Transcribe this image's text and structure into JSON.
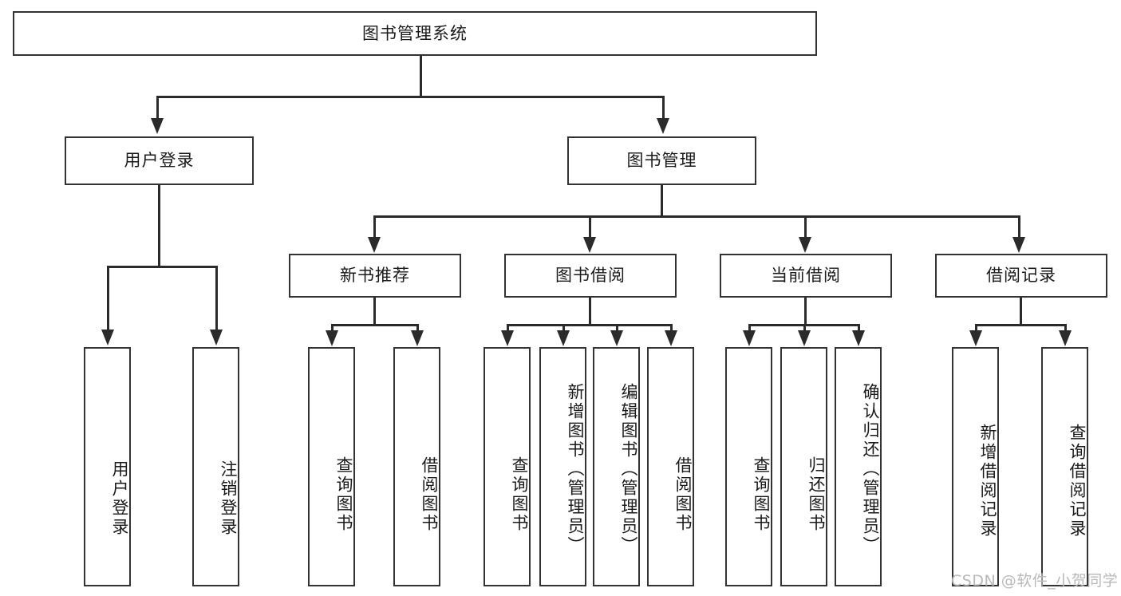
{
  "diagram": {
    "type": "hierarchy-tree",
    "title": "图书管理系统",
    "root": {
      "label": "图书管理系统"
    },
    "level2": [
      {
        "label": "用户登录"
      },
      {
        "label": "图书管理"
      }
    ],
    "level3": [
      {
        "label": "新书推荐"
      },
      {
        "label": "图书借阅"
      },
      {
        "label": "当前借阅"
      },
      {
        "label": "借阅记录"
      }
    ],
    "leaves": {
      "user_login": [
        {
          "label": "用户登录"
        },
        {
          "label": "注销登录"
        }
      ],
      "new_book_recommend": [
        {
          "label": "查询图书"
        },
        {
          "label": "借阅图书"
        }
      ],
      "book_borrow": [
        {
          "label": "查询图书"
        },
        {
          "label": "新增图书（管理员）"
        },
        {
          "label": "编辑图书（管理员）"
        },
        {
          "label": "借阅图书"
        }
      ],
      "current_borrow": [
        {
          "label": "查询图书"
        },
        {
          "label": "归还图书"
        },
        {
          "label": "确认归还（管理员）"
        }
      ],
      "borrow_record": [
        {
          "label": "新增借阅记录"
        },
        {
          "label": "查询借阅记录"
        }
      ]
    }
  },
  "watermark": {
    "text": "CSDN @软件_小贺同学"
  },
  "colors": {
    "box_border": "#333333",
    "line": "#2b2b2b",
    "text": "#1a1a1a",
    "background": "#ffffff",
    "watermark": "#b9b9b9"
  }
}
